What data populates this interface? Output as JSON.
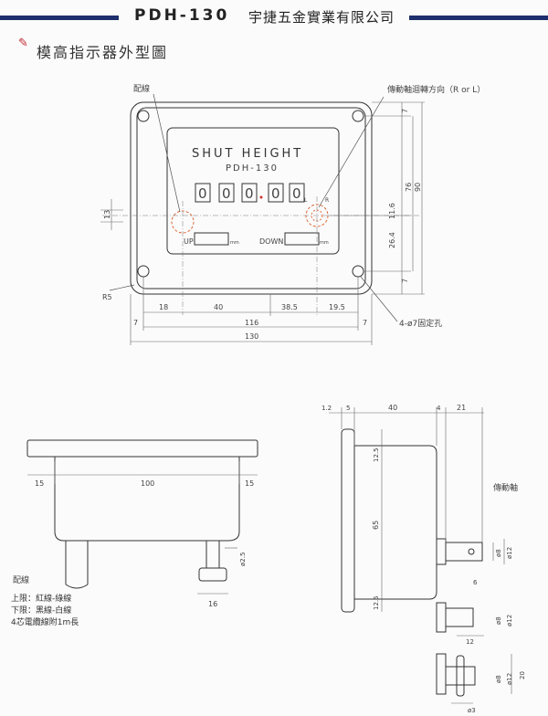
{
  "header": {
    "model": "PDH-130",
    "company": "宇捷五金實業有限公司",
    "accent_color": "#1e2f6e"
  },
  "section_title": "模高指示器外型圖",
  "front_view": {
    "panel_title": "SHUT HEIGHT",
    "panel_model": "PDH-130",
    "digits": [
      "0",
      "0",
      "0",
      "0",
      "0"
    ],
    "up_label": "UP",
    "down_label": "DOWN",
    "unit": "mm",
    "wiring_label": "配線",
    "rotation_label": "傳動軸迴轉方向（R or L）",
    "rotation_l": "L",
    "rotation_r": "R",
    "corner_radius_label": "R5",
    "mounting_holes": "4-ø7固定孔",
    "dims": {
      "bottom_segments": [
        "18",
        "40",
        "38.5",
        "19.5"
      ],
      "bottom_edge_left": "7",
      "bottom_edge_right": "7",
      "inner_width": "116",
      "overall_width": "130",
      "left_13": "13",
      "right_top_7": "7",
      "right_bottom_7": "7",
      "right_11_6": "11.6",
      "right_26_4": "26.4",
      "height_76": "76",
      "height_90": "90"
    }
  },
  "bottom_view": {
    "dims": {
      "left_15": "15",
      "width_100": "100",
      "right_15": "15",
      "shaft_dia": "ø2.5",
      "shaft_16": "16"
    },
    "wiring_label": "配線",
    "notes": [
      "上限：紅線-綠線",
      "下限：黑線-白線",
      "4芯電纜線附1m長"
    ]
  },
  "side_view": {
    "shaft_label": "傳動軸",
    "dims": {
      "d_1_2": "1.2",
      "d_5": "5",
      "d_40": "40",
      "d_4": "4",
      "d_21": "21",
      "d_12_5_top": "12.5",
      "d_65": "65",
      "d_12_5_bottom": "12.5",
      "d_ø8": "ø8",
      "d_ø12": "ø12",
      "d_6": "6",
      "d_12": "12",
      "d_ø8_b": "ø8",
      "d_ø12_b": "ø12",
      "d_ø8_c": "ø8",
      "d_ø12_c": "ø12",
      "d_20": "20",
      "d_ø3": "ø3"
    }
  }
}
